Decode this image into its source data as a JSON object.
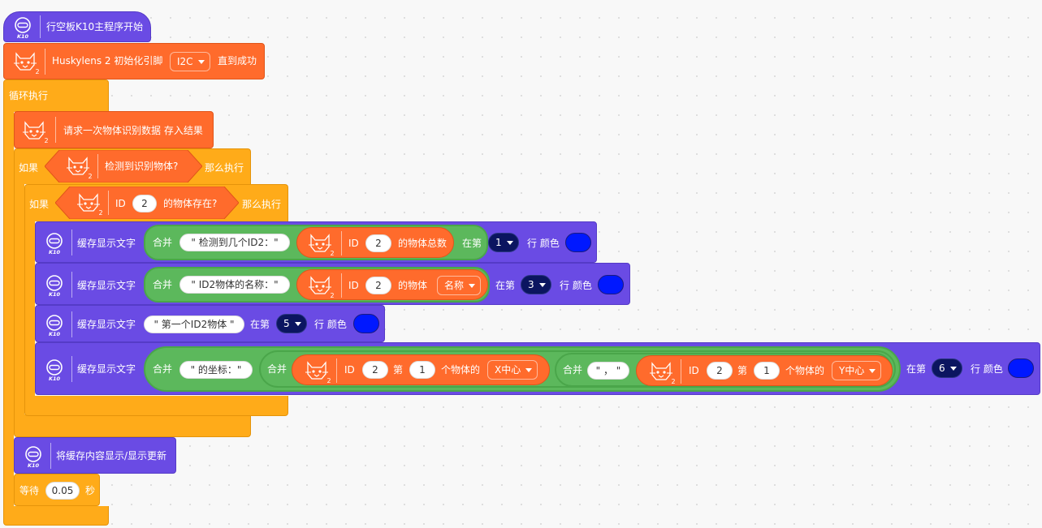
{
  "hat": {
    "label": "行空板K10主程序开始",
    "icon_caption": "K10"
  },
  "init": {
    "label": "Huskylens 2 初始化引脚",
    "pin": "I2C",
    "suffix": "直到成功",
    "badge": "2"
  },
  "loop": {
    "label": "循环执行"
  },
  "request": {
    "label": "请求一次物体识别数据 存入结果"
  },
  "if_outer": {
    "if": "如果",
    "cond": "检测到识别物体?",
    "then": "那么执行"
  },
  "if_inner": {
    "if": "如果",
    "id_label": "ID",
    "id_value": "2",
    "cond": "的物体存在?",
    "then": "那么执行"
  },
  "row1": {
    "label": "缓存显示文字",
    "merge": "合并",
    "str": "\" 检测到几个ID2：\"",
    "id_label": "ID",
    "id_value": "2",
    "func": "的物体总数",
    "at": "在第",
    "line": "1",
    "color_label": "行 颜色",
    "color": "#0018ff"
  },
  "row2": {
    "label": "缓存显示文字",
    "merge": "合并",
    "str": "\" ID2物体的名称：\"",
    "id_label": "ID",
    "id_value": "2",
    "func": "的物体",
    "prop": "名称",
    "at": "在第",
    "line": "3",
    "color_label": "行 颜色",
    "color": "#0018ff"
  },
  "row3": {
    "label": "缓存显示文字",
    "str": "\" 第一个ID2物体 \"",
    "at": "在第",
    "line": "5",
    "color_label": "行 颜色",
    "color": "#0018ff"
  },
  "row4": {
    "label": "缓存显示文字",
    "merge": "合并",
    "str": "\" 的坐标：\"",
    "merge2": "合并",
    "id_label": "ID",
    "id_value": "2",
    "nth": "第",
    "nth_value": "1",
    "func": "个物体的",
    "propx": "X中心",
    "merge3": "合并",
    "comma": "\" ， \"",
    "id_label2": "ID",
    "id_value2": "2",
    "nth2": "第",
    "nth_value2": "1",
    "func2": "个物体的",
    "propy": "Y中心",
    "at": "在第",
    "line": "6",
    "color_label": "行 颜色",
    "color": "#0018ff"
  },
  "update": {
    "label": "将缓存内容显示/显示更新"
  },
  "wait": {
    "label": "等待",
    "value": "0.05",
    "unit": "秒"
  },
  "colors": {
    "purple": "#6a4be4",
    "orange": "#ff6b2c",
    "yellow": "#ffab19",
    "green": "#5cb85c",
    "navy": "#0b1560"
  }
}
